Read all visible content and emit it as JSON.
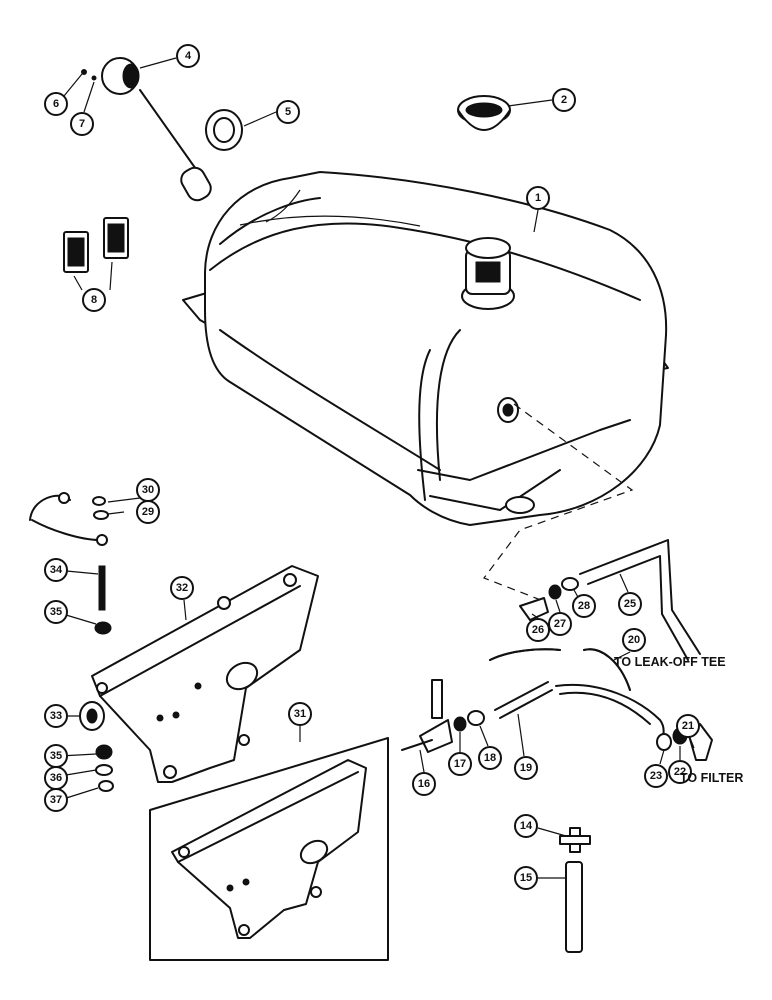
{
  "callouts": [
    "1",
    "2",
    "4",
    "5",
    "6",
    "7",
    "8",
    "14",
    "15",
    "16",
    "17",
    "18",
    "19",
    "20",
    "21",
    "22",
    "23",
    "25",
    "26",
    "27",
    "28",
    "29",
    "30",
    "31",
    "32",
    "33",
    "34",
    "35",
    "35",
    "36",
    "37"
  ],
  "notes": {
    "leak_off": "TO LEAK-OFF TEE",
    "filter": "TO FILTER"
  }
}
